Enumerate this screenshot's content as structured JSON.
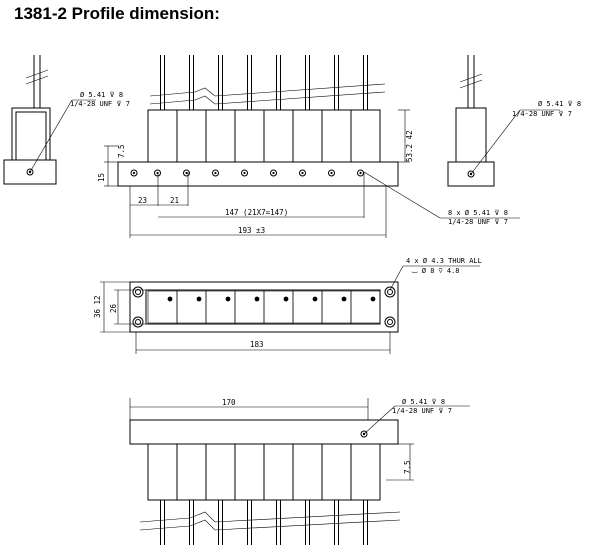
{
  "title": "1381-2 Profile dimension:",
  "labels": {
    "hole_a1": "Ø 5.41 ⊽ 8",
    "hole_a2": "1/4-28 UNF ⊽ 7",
    "hole_b1": "Ø 5.41 ⊽ 8",
    "hole_b2": "1/4-28 UNF ⊽ 7",
    "height_total": "53.2 42",
    "dim_7_5_left": "7.5",
    "dim_15": "15",
    "dim_23": "23",
    "dim_21": "21",
    "dim_147": "147 (21X7=147)",
    "dim_193": "193 ±3",
    "holes8_1": "8 x Ø 5.41 ⊽ 8",
    "holes8_2": "1/4-28 UNF ⊽ 7",
    "thru1": "4 x Ø 4.3 THUR ALL",
    "thru2": "⌴ Ø 8 ⊽ 4.8",
    "dim_36": "36 12",
    "dim_26": "26",
    "dim_183": "183",
    "dim_170": "170",
    "hole_c1": "Ø 5.41 ⊽ 8",
    "hole_c2": "1/4-28 UNF ⊽ 7",
    "dim_7_5_bottom": "7.5"
  }
}
